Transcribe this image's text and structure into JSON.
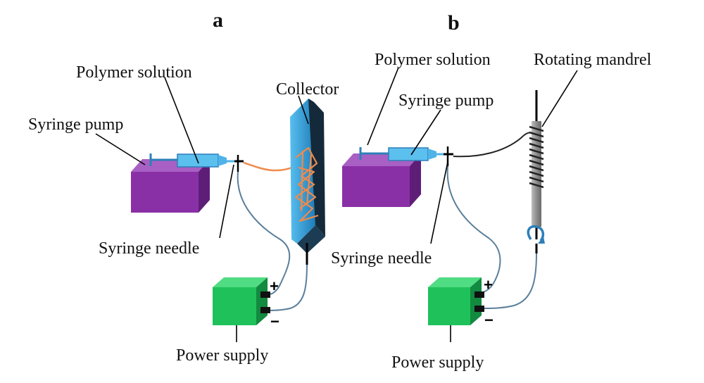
{
  "panels": {
    "a": {
      "letter": "a",
      "polymer_solution": "Polymer solution",
      "syringe_pump": "Syringe pump",
      "collector": "Collector",
      "syringe_needle": "Syringe needle",
      "power_supply": "Power supply"
    },
    "b": {
      "letter": "b",
      "polymer_solution": "Polymer solution",
      "rotating_mandrel": "Rotating mandrel",
      "syringe_pump": "Syringe pump",
      "syringe_needle": "Syringe needle",
      "power_supply": "Power supply"
    }
  },
  "terminals": {
    "plus": "+",
    "minus": "−"
  },
  "colors": {
    "pump": "#8a30a6",
    "syringe": "#4fb3e8",
    "collector": "#2a8fcc",
    "fiber": "#f08a4b",
    "wire": "#5b7f9a",
    "power": "#1fc25a",
    "mandrel": "#888888"
  }
}
